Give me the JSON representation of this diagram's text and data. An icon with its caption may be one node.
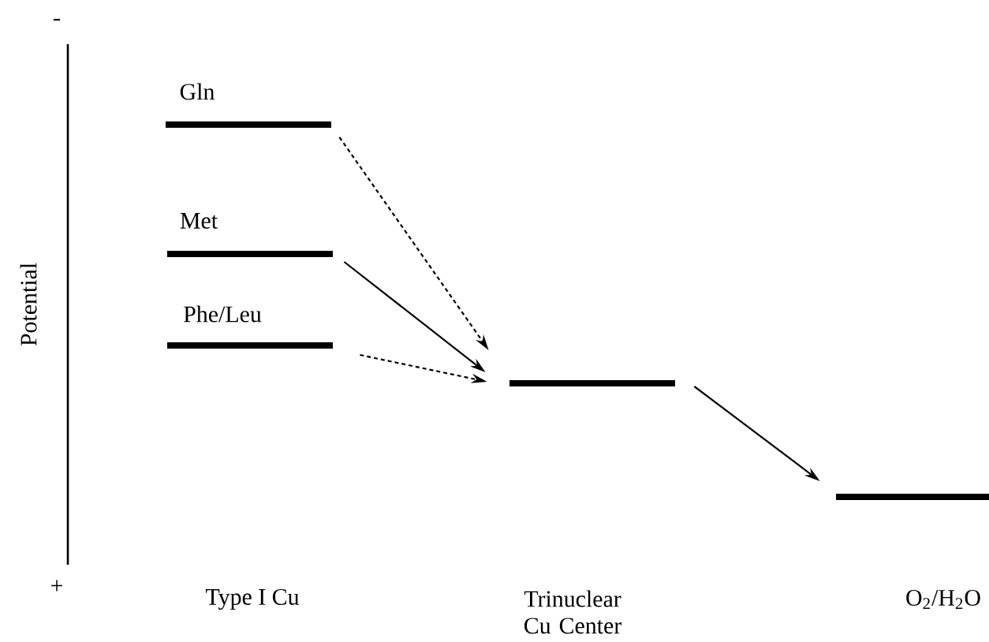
{
  "diagram": {
    "nodes": [
      {
        "text": [
          "Gln"
        ]
      },
      {
        "text": [
          "Met"
        ]
      },
      {
        "text": [
          "Phe/Leu"
        ]
      },
      {
        "text": [],
        "shape": "bar"
      },
      {
        "text": [],
        "shape": "bar"
      }
    ],
    "edges": [
      {
        "from": 0,
        "to": 3,
        "arrow": "to",
        "style": "dashed"
      },
      {
        "from": 1,
        "to": 3,
        "arrow": "to"
      },
      {
        "from": 2,
        "to": 3,
        "arrow": "to",
        "style": "dashed"
      },
      {
        "from": 3,
        "to": 4,
        "arrow": "to"
      }
    ],
    "labels": [
      "-",
      "Potential",
      "+",
      "Type I Cu",
      "Trinuclear Cu Center",
      "O$_{2}$/H$_{2}$O"
    ]
  }
}
